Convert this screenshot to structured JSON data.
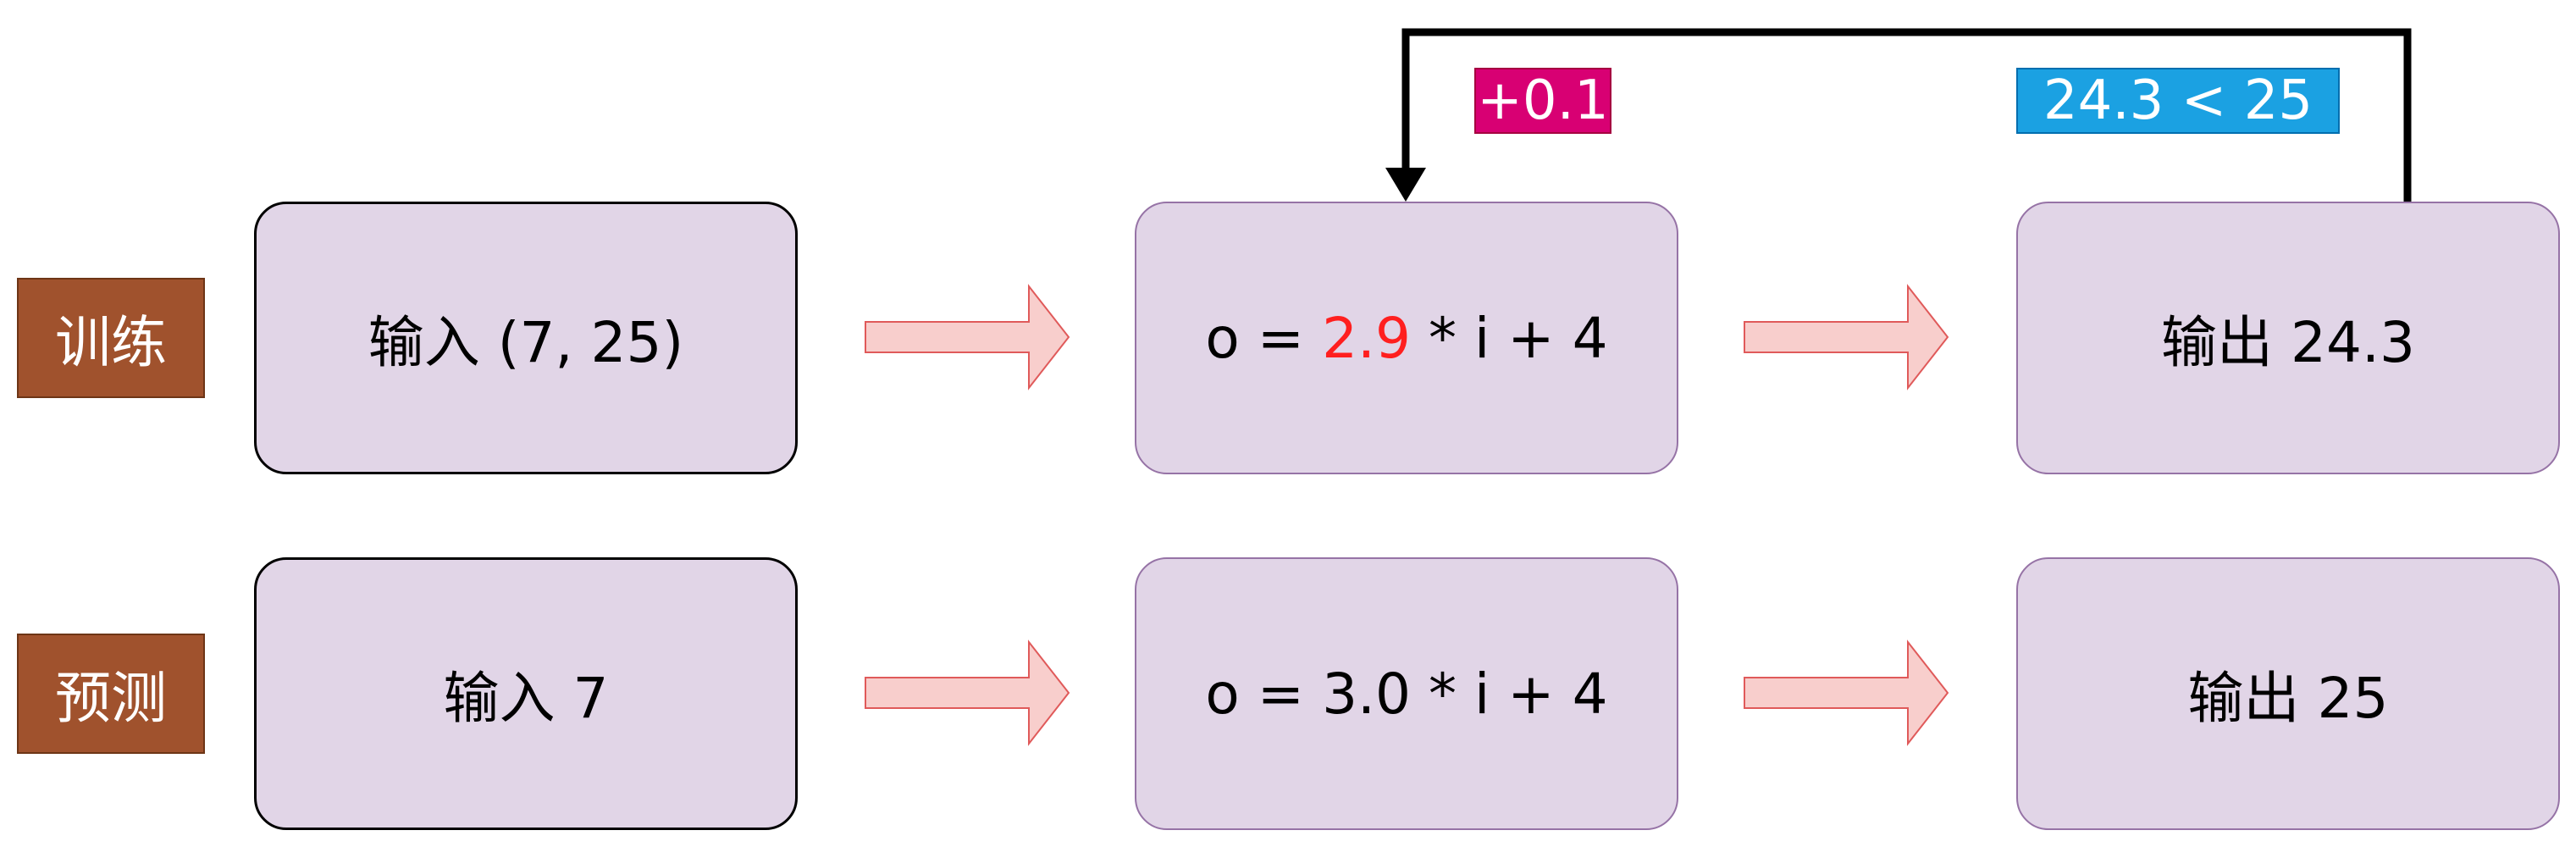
{
  "rows": {
    "train": {
      "label": "训练",
      "input": "输入 (7, 25)",
      "model": {
        "prefix": "o = ",
        "weight": "2.9",
        "suffix": " * i + 4"
      },
      "output": "输出 24.3"
    },
    "predict": {
      "label": "预测",
      "input": "输入 7",
      "model": {
        "prefix": "o = ",
        "weight": "3.0",
        "suffix": " * i + 4"
      },
      "output": "输出 25"
    }
  },
  "feedback": {
    "comparison": "24.3 < 25",
    "adjustment": "+0.1"
  },
  "colors": {
    "box_fill": "#e1d5e7",
    "box_border": "#9673a6",
    "row_label_fill": "#a0522d",
    "arrow_fill": "#f8cecc",
    "arrow_stroke": "#e05a5a",
    "weight_highlight": "#ff1f1f",
    "adjustment_tag": "#d80073",
    "comparison_tag": "#1ba1e2"
  }
}
